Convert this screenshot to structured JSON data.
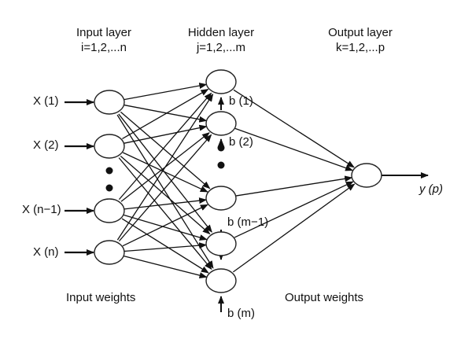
{
  "headers": {
    "input": {
      "title": "Input layer",
      "index": "i=1,2,...n"
    },
    "hidden": {
      "title": "Hidden layer",
      "index": "j=1,2,...m"
    },
    "output": {
      "title": "Output layer",
      "index": "k=1,2,...p"
    }
  },
  "input_labels": [
    "X (1)",
    "X (2)",
    "X (n−1)",
    "X (n)"
  ],
  "bias_labels": [
    "b (1)",
    "b (2)",
    "b (m−1)",
    "b (m)"
  ],
  "output_label": {
    "y": "y",
    "open": " (",
    "p": "p",
    "close": ")"
  },
  "footer": {
    "input_weights": "Input weights",
    "output_weights": "Output weights"
  }
}
